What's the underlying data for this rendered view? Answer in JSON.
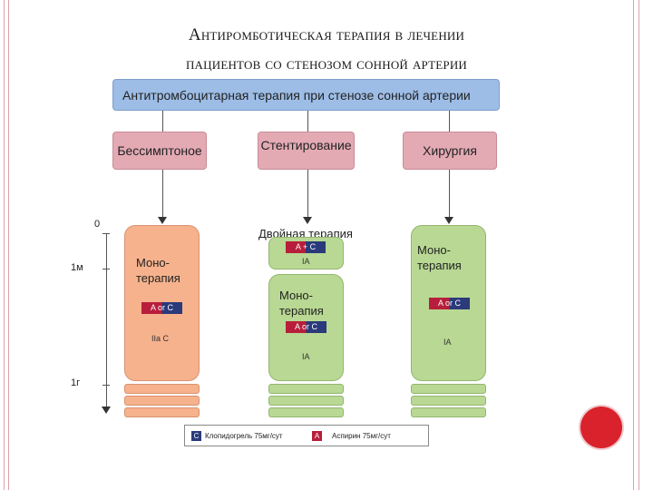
{
  "title": {
    "line1": "Антиромботическая терапия в лечении",
    "line2": "пациентов со стенозом сонной артерии"
  },
  "top_box": "Антитромбоцитарная терапия при стенозе сонной артерии",
  "categories": {
    "asymptomatic": "Бессимптоное",
    "stenting": "Стентирование",
    "surgery": "Хирургия"
  },
  "timeline": {
    "t0": "0",
    "t1": "1м",
    "t2": "1г"
  },
  "left_column": {
    "label": "Моно-\nтерапия",
    "badge": "A or C",
    "level": "IIa C"
  },
  "middle_column": {
    "dual_label": "Двойная терапия",
    "dual_badge": "A + C",
    "dual_level": "IA",
    "mono_label": "Моно-\nтерапия",
    "mono_badge": "A or C",
    "mono_level": "IA"
  },
  "right_column": {
    "label": "Моно-\nтерапия",
    "badge": "A or C",
    "level": "IA"
  },
  "legend": {
    "c_symbol": "C",
    "c_text": "Клопидогрель 75мг/сут",
    "a_symbol": "A",
    "a_text": "Аспирин 75мг/сут"
  },
  "colors": {
    "top_box": "#9dbde6",
    "category_box": "#e3aab4",
    "orange_bar": "#f6b28d",
    "green_bar": "#b8d893",
    "aspirin": "#b81e3b",
    "clopidogrel": "#2a3a7a",
    "dot": "#d9222b"
  }
}
